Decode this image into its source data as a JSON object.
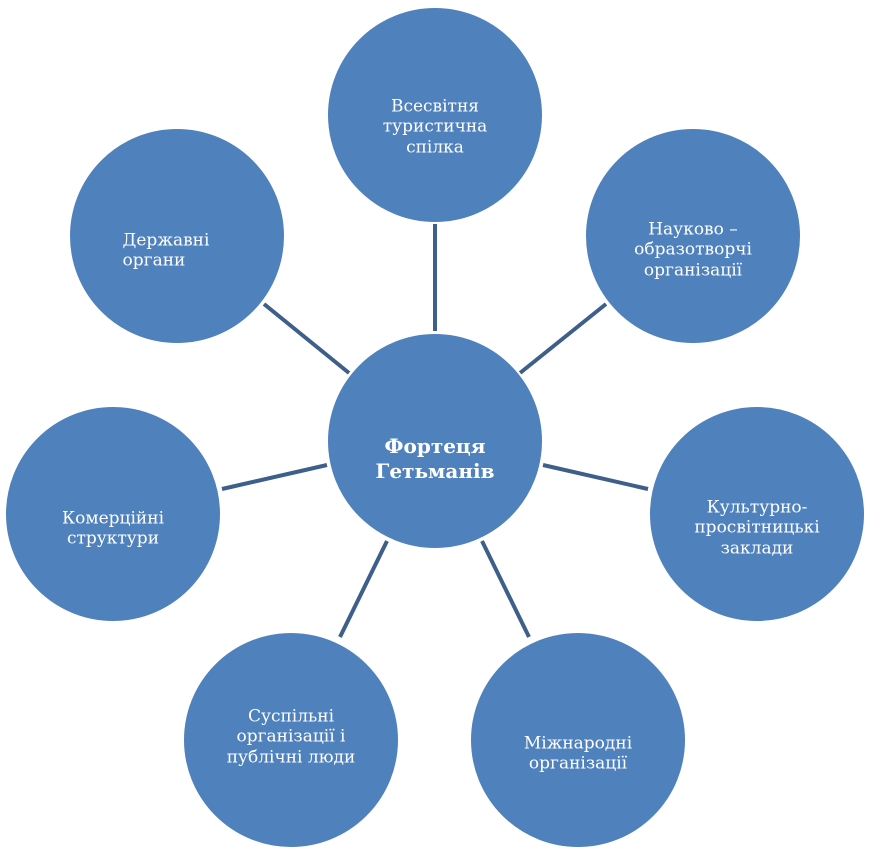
{
  "colors": {
    "node_fill": "#4f81bd",
    "connector": "#3d5f8a",
    "text": "#ffffff"
  },
  "center": {
    "label": "Фортеця\nГетьманів"
  },
  "nodes": [
    {
      "id": "tourism-union",
      "label": "Всесвітня\nтуристична\nспілка"
    },
    {
      "id": "scientific-educational",
      "label": "Науково –\nобразотворчі\nорганізації"
    },
    {
      "id": "cultural-educational",
      "label": "Культурно-\nпросвітницькі\nзаклади"
    },
    {
      "id": "international",
      "label": "Міжнародні\nорганізації"
    },
    {
      "id": "public",
      "label": "Суспільні\nорганізації і\nпублічні люди"
    },
    {
      "id": "commercial",
      "label": "Комерційні\nструктури"
    },
    {
      "id": "government",
      "label": "  Державні\nоргани"
    }
  ]
}
